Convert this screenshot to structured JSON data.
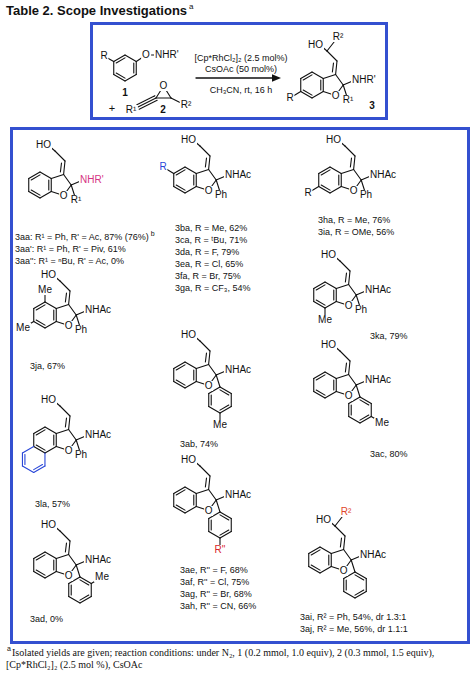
{
  "diagram": {
    "title": "Table 2. Scope Investigations",
    "caption": "Isolated yields are given; reaction conditions: under N₂, 1 (0.2 mmol, 1.0 equiv), 2 (0.3 mmol, 1.5 equiv), [Cp*RhCl₂]₂ (2.5 mol %), CsOAc",
    "nodes": [
      {
        "text": [
          "[Cp*RhCl₂]₂ (2.5 mol%)",
          "CsOAc (50 mol%)",
          "CH₃CN, rt, 16 h"
        ]
      },
      {
        "text": [
          "3aa: R¹ = Ph, R' = Ac, 87% (76%)",
          "3aa': R¹ = Ph, R' = Piv, 61%",
          "3aa'': R¹ = ⁿBu, R' = Ac, 0%",
          "3ba, R = Me, 62%",
          "3ca, R = ᵗBu, 71%",
          "3da, R = F, 79%",
          "3ea, R = Cl, 65%",
          "3fa, R = Br, 75%",
          "3ga, R = CF₃, 54%",
          "3ha, R = Me, 76%",
          "3ia, R = OMe, 56%",
          "3ja, 67%",
          "3ka, 79%",
          "3la, 57%",
          "3ab, 74%",
          "3ac, 80%",
          "3ad, 0%",
          "3ae, R'' = F, 68%",
          "3af, R'' = Cl, 75%",
          "3ag, R'' = Br, 68%",
          "3ah, R'' = CN, 66%",
          "3ai, R² = Ph, 54%, dr 1.3:1",
          "3aj, R² = Me, 56%, dr 1.1:1"
        ]
      }
    ],
    "labels": [
      "a",
      "R",
      "O",
      "NHR'",
      "1",
      "+",
      "R¹",
      "O",
      "R²",
      "2",
      "HO",
      "R²",
      "O",
      "NHR'",
      "R¹",
      "R",
      "3",
      "HO",
      "O",
      "NHR'",
      "R¹",
      "b",
      "R",
      "HO",
      "O",
      "NHAc",
      "Ph",
      "R",
      "HO",
      "O",
      "NHAc",
      "Ph",
      "Me",
      "Me",
      "HO",
      "O",
      "NHAc",
      "Ph",
      "HO",
      "O",
      "NHAc",
      "Ph",
      "Me",
      "HO",
      "O",
      "NHAc",
      "Ph",
      "HO",
      "O",
      "NHAc",
      "Me",
      "HO",
      "O",
      "NHAc",
      "Me",
      "HO",
      "O",
      "NHAc",
      "Me",
      "HO",
      "O",
      "NHAc",
      "R''",
      "R²",
      "HO",
      "O",
      "NHAc",
      "a"
    ]
  }
}
